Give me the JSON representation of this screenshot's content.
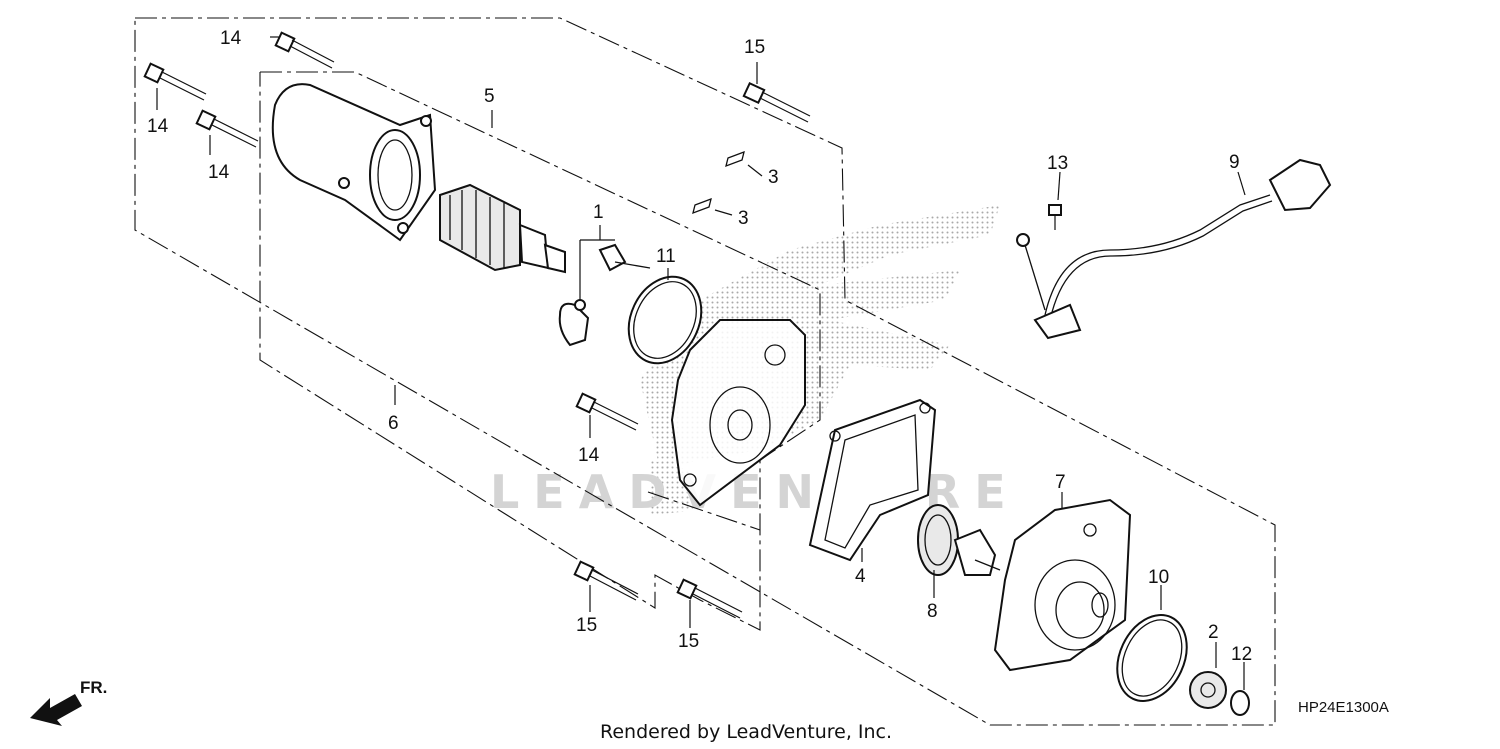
{
  "callouts": {
    "c1": "1",
    "c2": "2",
    "c3a": "3",
    "c3b": "3",
    "c4": "4",
    "c5": "5",
    "c6": "6",
    "c7": "7",
    "c8": "8",
    "c9": "9",
    "c10": "10",
    "c11": "11",
    "c12": "12",
    "c13": "13",
    "c14a": "14",
    "c14b": "14",
    "c14c": "14",
    "c14d": "14",
    "c15a": "15",
    "c15b": "15",
    "c15c": "15"
  },
  "diagram_code": "HP24E1300A",
  "credit": "Rendered by LeadVenture, Inc.",
  "front_marker": "FR.",
  "watermark": "LEADVENTURE"
}
